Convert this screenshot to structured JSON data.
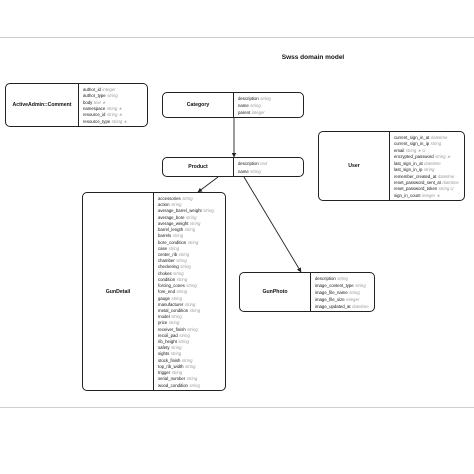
{
  "title": "Swss domain model",
  "entities": {
    "active_admin_comment": {
      "name": "ActiveAdmin::Comment",
      "attributes": [
        {
          "name": "author_id",
          "type": "integer"
        },
        {
          "name": "author_type",
          "type": "string"
        },
        {
          "name": "body",
          "type": "text ∗"
        },
        {
          "name": "namespace",
          "type": "string ∗"
        },
        {
          "name": "resource_id",
          "type": "string ∗"
        },
        {
          "name": "resource_type",
          "type": "string ∗"
        }
      ]
    },
    "category": {
      "name": "Category",
      "attributes": [
        {
          "name": "description",
          "type": "string"
        },
        {
          "name": "name",
          "type": "string"
        },
        {
          "name": "parent",
          "type": "integer"
        }
      ]
    },
    "user": {
      "name": "User",
      "attributes": [
        {
          "name": "current_sign_in_at",
          "type": "datetime"
        },
        {
          "name": "current_sign_in_ip",
          "type": "string"
        },
        {
          "name": "email",
          "type": "string ∗ U"
        },
        {
          "name": "encrypted_password",
          "type": "string ∗"
        },
        {
          "name": "last_sign_in_at",
          "type": "datetime"
        },
        {
          "name": "last_sign_in_ip",
          "type": "string"
        },
        {
          "name": "remember_created_at",
          "type": "datetime"
        },
        {
          "name": "reset_password_sent_at",
          "type": "datetime"
        },
        {
          "name": "reset_password_token",
          "type": "string U"
        },
        {
          "name": "sign_in_count",
          "type": "integer ∗"
        }
      ]
    },
    "product": {
      "name": "Product",
      "attributes": [
        {
          "name": "description",
          "type": "text"
        },
        {
          "name": "name",
          "type": "string"
        }
      ]
    },
    "gun_detail": {
      "name": "GunDetail",
      "attributes": [
        {
          "name": "accessories",
          "type": "string"
        },
        {
          "name": "action",
          "type": "string"
        },
        {
          "name": "average_barrel_weight",
          "type": "string"
        },
        {
          "name": "average_bore",
          "type": "string"
        },
        {
          "name": "average_weight",
          "type": "string"
        },
        {
          "name": "barrel_length",
          "type": "string"
        },
        {
          "name": "barrels",
          "type": "string"
        },
        {
          "name": "bore_condition",
          "type": "string"
        },
        {
          "name": "case",
          "type": "string"
        },
        {
          "name": "center_rib",
          "type": "string"
        },
        {
          "name": "chamber",
          "type": "string"
        },
        {
          "name": "checkering",
          "type": "string"
        },
        {
          "name": "chokes",
          "type": "string"
        },
        {
          "name": "condition",
          "type": "string"
        },
        {
          "name": "forcing_cones",
          "type": "string"
        },
        {
          "name": "fore_end",
          "type": "string"
        },
        {
          "name": "gauge",
          "type": "string"
        },
        {
          "name": "manufacturer",
          "type": "string"
        },
        {
          "name": "metal_condition",
          "type": "string"
        },
        {
          "name": "model",
          "type": "string"
        },
        {
          "name": "price",
          "type": "string"
        },
        {
          "name": "receiver_finish",
          "type": "string"
        },
        {
          "name": "recoil_pad",
          "type": "string"
        },
        {
          "name": "rib_height",
          "type": "string"
        },
        {
          "name": "safety",
          "type": "string"
        },
        {
          "name": "sights",
          "type": "string"
        },
        {
          "name": "stock_finish",
          "type": "string"
        },
        {
          "name": "top_rib_width",
          "type": "string"
        },
        {
          "name": "trigger",
          "type": "string"
        },
        {
          "name": "serial_number",
          "type": "string"
        },
        {
          "name": "wood_condition",
          "type": "string"
        }
      ]
    },
    "gun_photo": {
      "name": "GunPhoto",
      "attributes": [
        {
          "name": "description",
          "type": "string"
        },
        {
          "name": "image_content_type",
          "type": "string"
        },
        {
          "name": "image_file_name",
          "type": "string"
        },
        {
          "name": "image_file_size",
          "type": "integer"
        },
        {
          "name": "image_updated_at",
          "type": "datetime"
        }
      ]
    }
  }
}
